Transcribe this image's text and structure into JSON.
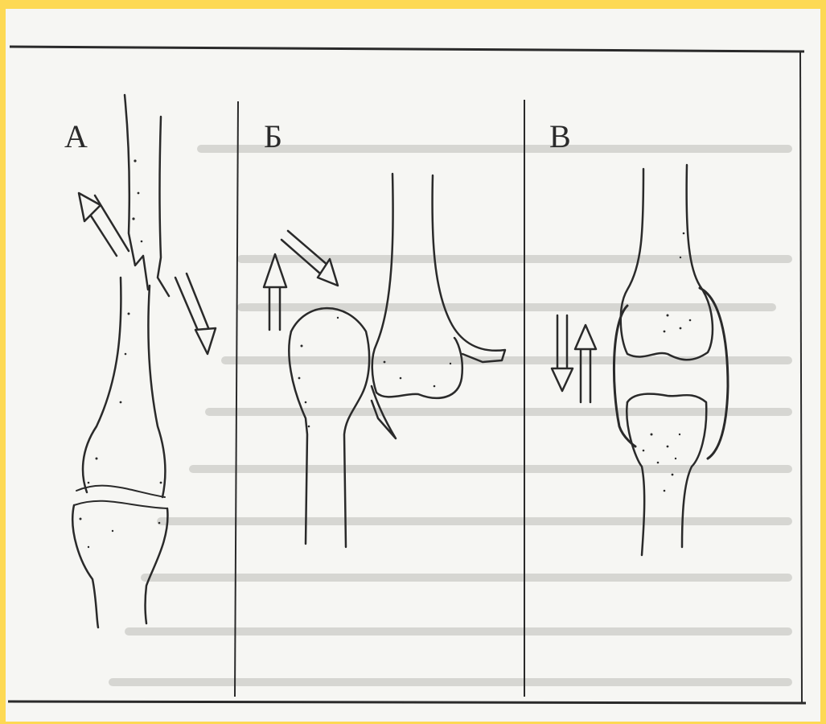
{
  "panels": [
    {
      "label": "А"
    },
    {
      "label": "Б"
    },
    {
      "label": "В"
    }
  ],
  "colors": {
    "background": "#fdd954",
    "paper": "#f6f6f3",
    "ink": "#2a2a2a",
    "ghost_text": "#d4d4d0"
  }
}
